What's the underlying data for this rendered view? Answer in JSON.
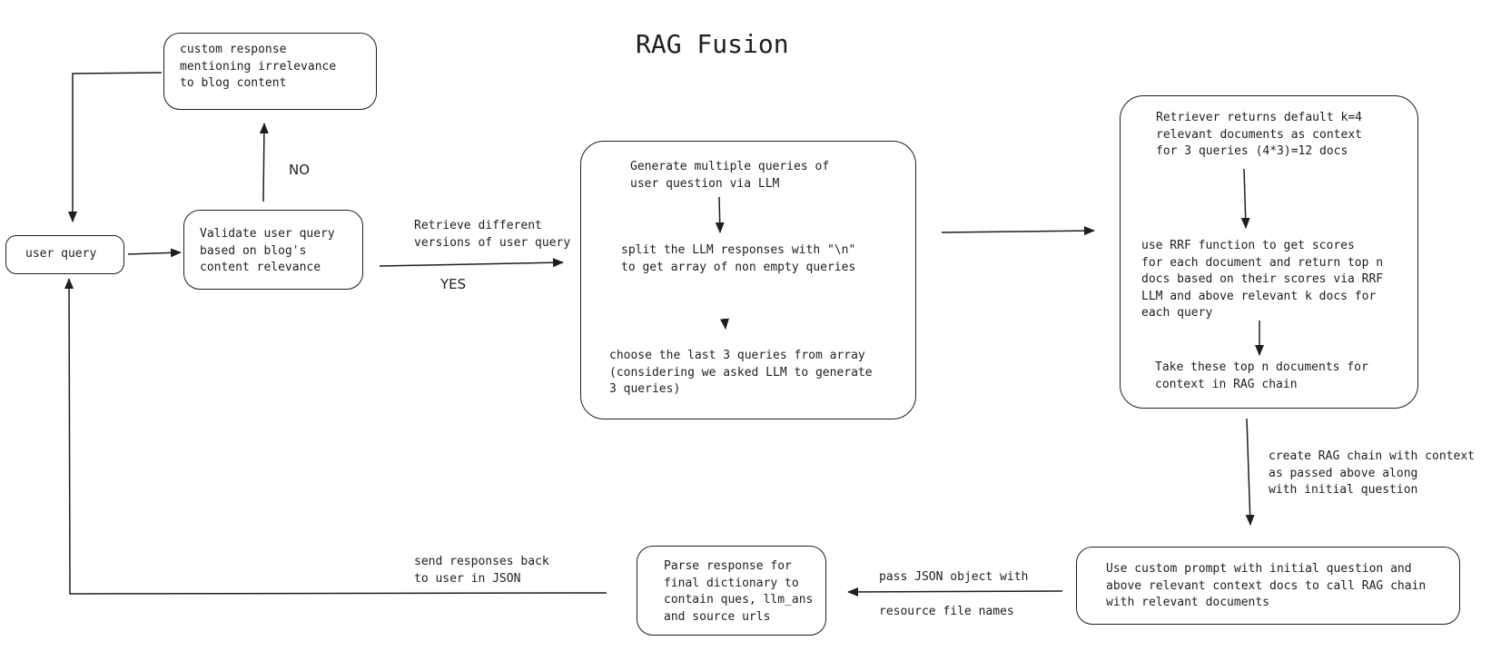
{
  "title": "RAG Fusion",
  "nodes": {
    "user_query": "user query",
    "validate": "Validate user query\nbased on blog's\ncontent relevance",
    "custom_response": "custom response\nmentioning irrelevance\nto blog content",
    "generate_queries": "Generate multiple queries of\nuser question via LLM",
    "split_responses": "split the LLM responses with \"\\n\"\nto get array of non empty queries",
    "choose_last": "choose the last 3 queries from array\n(considering we asked LLM to generate\n3 queries)",
    "retriever_returns": "Retriever returns default k=4\nrelevant documents as context\nfor 3 queries (4*3)=12 docs",
    "rrf_function": "use RRF function to get scores\nfor each document and return top n\ndocs based on their scores via RRF\nLLM and above relevant k docs for\neach query",
    "take_top_n": "Take these top n documents for\ncontext in RAG chain",
    "custom_prompt": "Use custom prompt with initial question and\nabove relevant context docs to call RAG chain\nwith relevant documents",
    "parse_response": "Parse response for\nfinal dictionary to\ncontain ques, llm_ans\nand source urls"
  },
  "edge_labels": {
    "no": "NO",
    "yes": "YES",
    "retrieve_versions": "Retrieve different\nversions of user query",
    "create_rag_chain": "create RAG chain with context\nas passed above along\nwith initial question",
    "pass_json": "pass JSON object with",
    "resource_files": "resource file names",
    "send_back": "send responses back\nto user in JSON"
  }
}
